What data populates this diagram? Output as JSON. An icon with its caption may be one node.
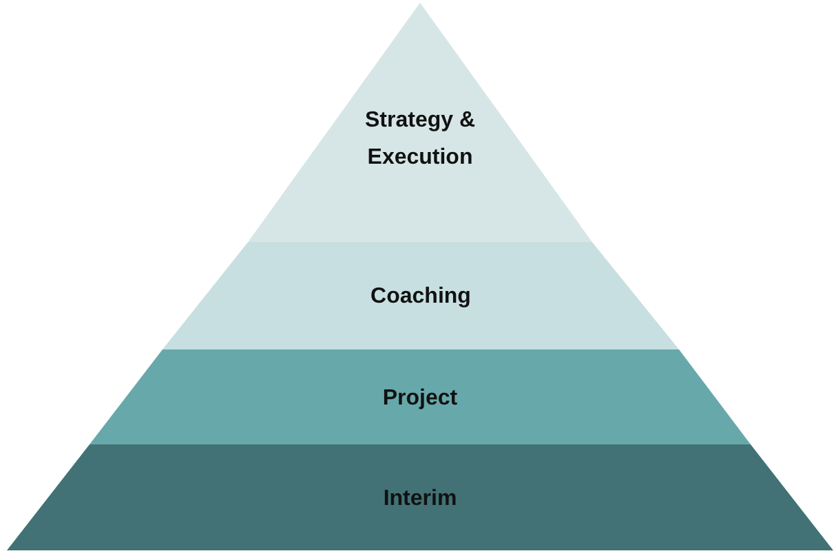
{
  "diagram": {
    "nodes": [
      {
        "text": [
          "Strategy & Execution"
        ]
      },
      {
        "text": [
          "Coaching"
        ]
      },
      {
        "text": [
          "Project"
        ]
      },
      {
        "text": [
          "Interim"
        ]
      }
    ]
  }
}
